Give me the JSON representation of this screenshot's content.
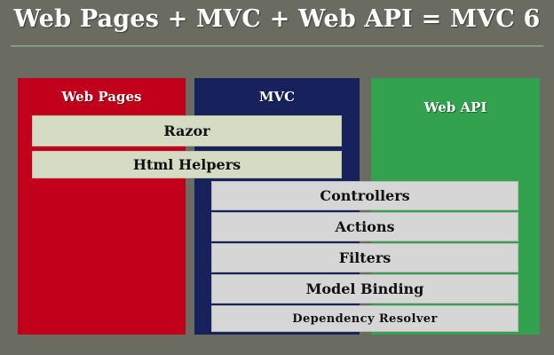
{
  "slide": {
    "title": "Web Pages + MVC + Web API = MVC 6",
    "background_color": "#6a6c61",
    "rule_color": "#7e9179"
  },
  "columns": [
    {
      "key": "web-pages",
      "label": "Web Pages",
      "color": "#c3001b"
    },
    {
      "key": "mvc",
      "label": "MVC",
      "color": "#17215c"
    },
    {
      "key": "web-api",
      "label": "Web API",
      "color": "#33a24e"
    }
  ],
  "upper_bars": [
    {
      "key": "razor",
      "label": "Razor",
      "color": "#d6dbc4",
      "spans": [
        "web-pages",
        "mvc"
      ]
    },
    {
      "key": "html-helpers",
      "label": "Html Helpers",
      "color": "#d6dbc4",
      "spans": [
        "web-pages",
        "mvc"
      ]
    }
  ],
  "lower_bars": [
    {
      "key": "controllers",
      "label": "Controllers",
      "color": "#d6d6d6",
      "spans": [
        "mvc",
        "web-api"
      ]
    },
    {
      "key": "actions",
      "label": "Actions",
      "color": "#d6d6d6",
      "spans": [
        "mvc",
        "web-api"
      ]
    },
    {
      "key": "filters",
      "label": "Filters",
      "color": "#d6d6d6",
      "spans": [
        "mvc",
        "web-api"
      ]
    },
    {
      "key": "model-binding",
      "label": "Model Binding",
      "color": "#d6d6d6",
      "spans": [
        "mvc",
        "web-api"
      ]
    },
    {
      "key": "dependency-resolver",
      "label": "Dependency  Resolver",
      "color": "#d6d6d6",
      "spans": [
        "mvc",
        "web-api"
      ]
    }
  ]
}
